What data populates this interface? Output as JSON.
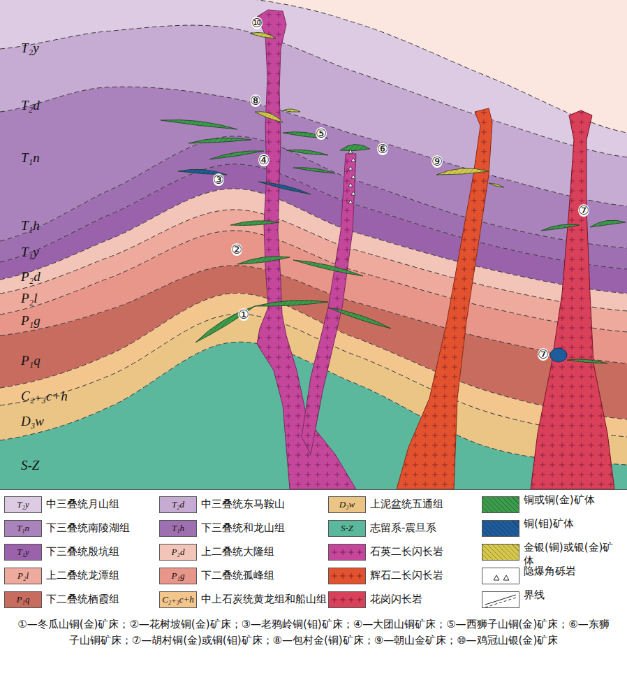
{
  "diagram": {
    "caption": "①—冬瓜山铜(金)矿床；②—花树坡铜(金)矿床；③—老鸦岭铜(钼)矿床；④—大团山铜矿床；⑤—西狮子山铜(金)矿床；⑥—东狮子山铜矿床；⑦—胡村铜(金)或铜(钼)矿床；⑧—包村金(铜)矿床；⑨—朝山金矿床；⑩—鸡冠山银(金)矿床",
    "labels": [
      "T₂y",
      "T₂d",
      "T₁n",
      "T₁h",
      "T₁y",
      "P₂d",
      "P₂l",
      "P₁g",
      "P₁q",
      "C₂₊₃c+h",
      "D₃w",
      "S-Z",
      "⑩",
      "⑧",
      "⑤",
      "④",
      "③",
      "⑥",
      "⑨",
      "⑦",
      "②",
      "①",
      "⑦",
      "T₂y",
      "T₂d",
      "D₃w",
      "T₁n",
      "T₁h",
      "S-Z",
      "T₁y",
      "P₂d",
      "P₂l",
      "P₁g",
      "P₁q",
      "C₂₊₃c+h"
    ],
    "legend": [
      {
        "text": "中三叠统月山组",
        "color": "#dccbe3"
      },
      {
        "text": "中三叠统东马鞍山",
        "color": "#c6abd3"
      },
      {
        "text": "上泥盆统五通组",
        "color": "#ebc585"
      },
      {
        "text": "铜或铜(金)矿体",
        "color": "#3c9c4c"
      },
      {
        "text": "下三叠统南陵湖组",
        "color": "#aa82bc"
      },
      {
        "text": "下三叠统和龙山组",
        "color": "#9e70b2"
      },
      {
        "text": "志留系-震旦系",
        "color": "#5cb89c"
      },
      {
        "text": "铜(钼)矿体",
        "color": "#1f5c9c"
      },
      {
        "text": "下三叠统殷坑组",
        "color": "#9a62ab"
      },
      {
        "text": "上二叠统大隆组",
        "color": "#f3c4b8"
      },
      {
        "text": "石英二长闪长岩",
        "color": "#c4479c"
      },
      {
        "text": "金银(铜)或银(金)矿体",
        "color": "#d6c84c"
      },
      {
        "text": "上二叠统龙潭组",
        "color": "#eeaa9c"
      },
      {
        "text": "下二叠统孤峰组",
        "color": "#e8968a"
      },
      {
        "text": "辉石二长闪长岩",
        "color": "#e2522f"
      },
      {
        "text": "隐爆角砾岩"
      },
      {
        "text": "下二叠统栖霞组",
        "color": "#c86c60"
      },
      {
        "text": "中上石炭统黄龙组和船山组",
        "color": "#f3c68e"
      },
      {
        "text": "花岗闪长岩",
        "color": "#d9405a"
      },
      {
        "text": "界线"
      }
    ]
  }
}
